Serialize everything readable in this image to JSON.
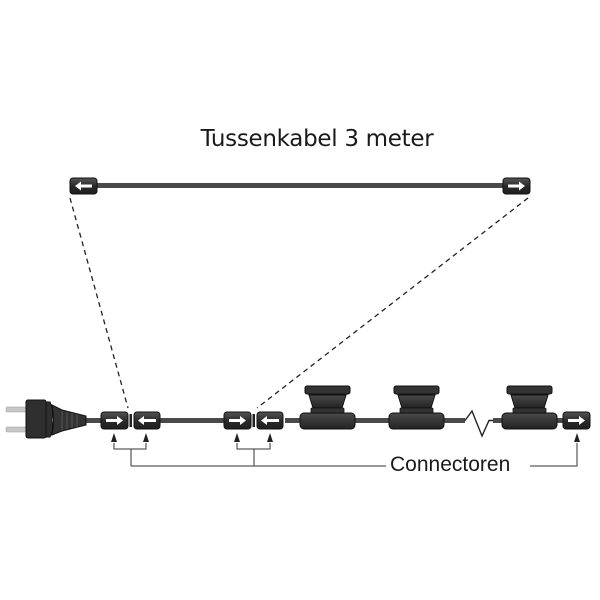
{
  "diagram": {
    "title": "Tussenkabel 3 meter",
    "connectors_label": "Connectoren",
    "colors": {
      "cable": "#4a4a4a",
      "connector_body": "#2b2b2b",
      "arrow": "#ffffff",
      "prong": "#c8c8c8",
      "line": "#333333"
    },
    "components": [
      {
        "name": "plug",
        "icon": "euro-plug-icon"
      },
      {
        "name": "connector-male",
        "icon": "arrow-right-icon"
      },
      {
        "name": "connector-female",
        "icon": "arrow-left-icon"
      },
      {
        "name": "connector-male",
        "icon": "arrow-right-icon"
      },
      {
        "name": "connector-female",
        "icon": "arrow-left-icon"
      },
      {
        "name": "lamp-socket",
        "icon": "lamp-socket-icon"
      },
      {
        "name": "lamp-socket",
        "icon": "lamp-socket-icon"
      },
      {
        "name": "cable-break",
        "icon": "zigzag-break-icon"
      },
      {
        "name": "lamp-socket",
        "icon": "lamp-socket-icon"
      },
      {
        "name": "end-connector",
        "icon": "arrow-right-icon"
      }
    ],
    "extension_cable": {
      "left_connector_icon": "arrow-left-icon",
      "right_connector_icon": "arrow-right-icon"
    }
  }
}
